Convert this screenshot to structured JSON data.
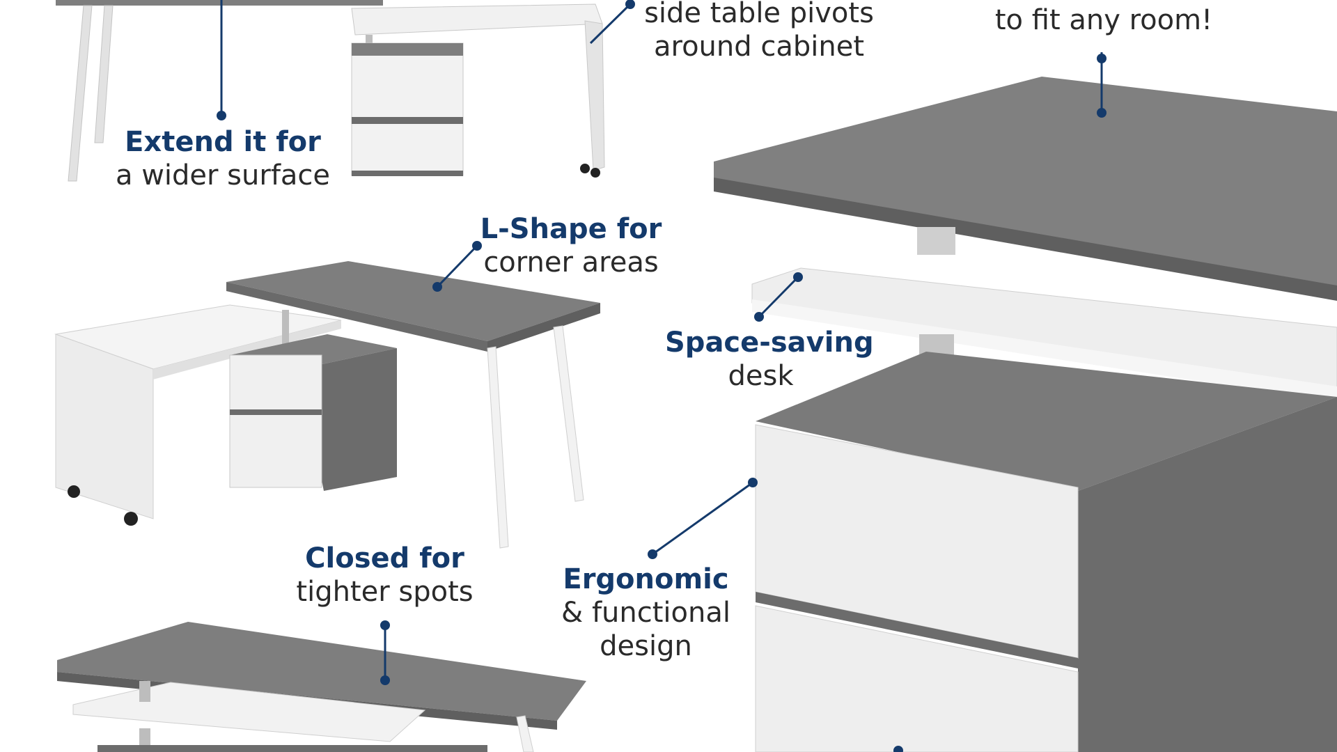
{
  "colors": {
    "accent": "#143a6b",
    "wood_top": "#7e7e7e",
    "wood_side": "#6c6c6c",
    "white_panel": "#eeeeee",
    "leg": "#e2e2e2",
    "text": "#2a2a2a"
  },
  "callouts": {
    "extend": {
      "bold": "Extend it for",
      "regular": "a wider surface"
    },
    "pivot": {
      "bold": "",
      "regular": "side table pivots",
      "regular2": "around cabinet"
    },
    "fit": {
      "bold": "",
      "regular": "to fit any room!"
    },
    "lshape": {
      "bold": "L-Shape for",
      "regular": "corner areas"
    },
    "space": {
      "bold": "Space-saving",
      "regular": "desk"
    },
    "closed": {
      "bold": "Closed for",
      "regular": "tighter spots"
    },
    "ergonomic": {
      "bold": "Ergonomic",
      "regular": "& functional",
      "regular2": "design"
    }
  }
}
